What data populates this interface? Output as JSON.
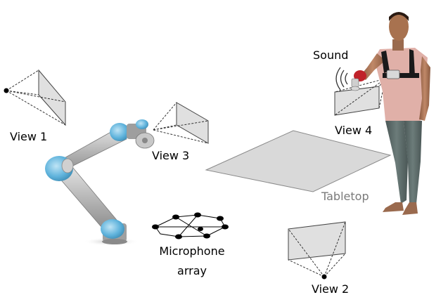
{
  "labels": {
    "view1": "View 1",
    "view2": "View 2",
    "view3": "View 3",
    "view4": "View 4",
    "sound": "Sound",
    "tabletop": "Tabletop",
    "microphone_line1": "Microphone",
    "microphone_line2": "array"
  },
  "colors": {
    "tabletop_fill": "#d9d9d9",
    "camera_fill": "#e0e0e0",
    "robot_joint": "#5fb3dc",
    "robot_link": "#b0b0b0",
    "tabletop_label": "#7a7a7a",
    "human_skin": "#b07a5c",
    "human_pants": "#5c6b6a",
    "glove": "#c0222a"
  }
}
